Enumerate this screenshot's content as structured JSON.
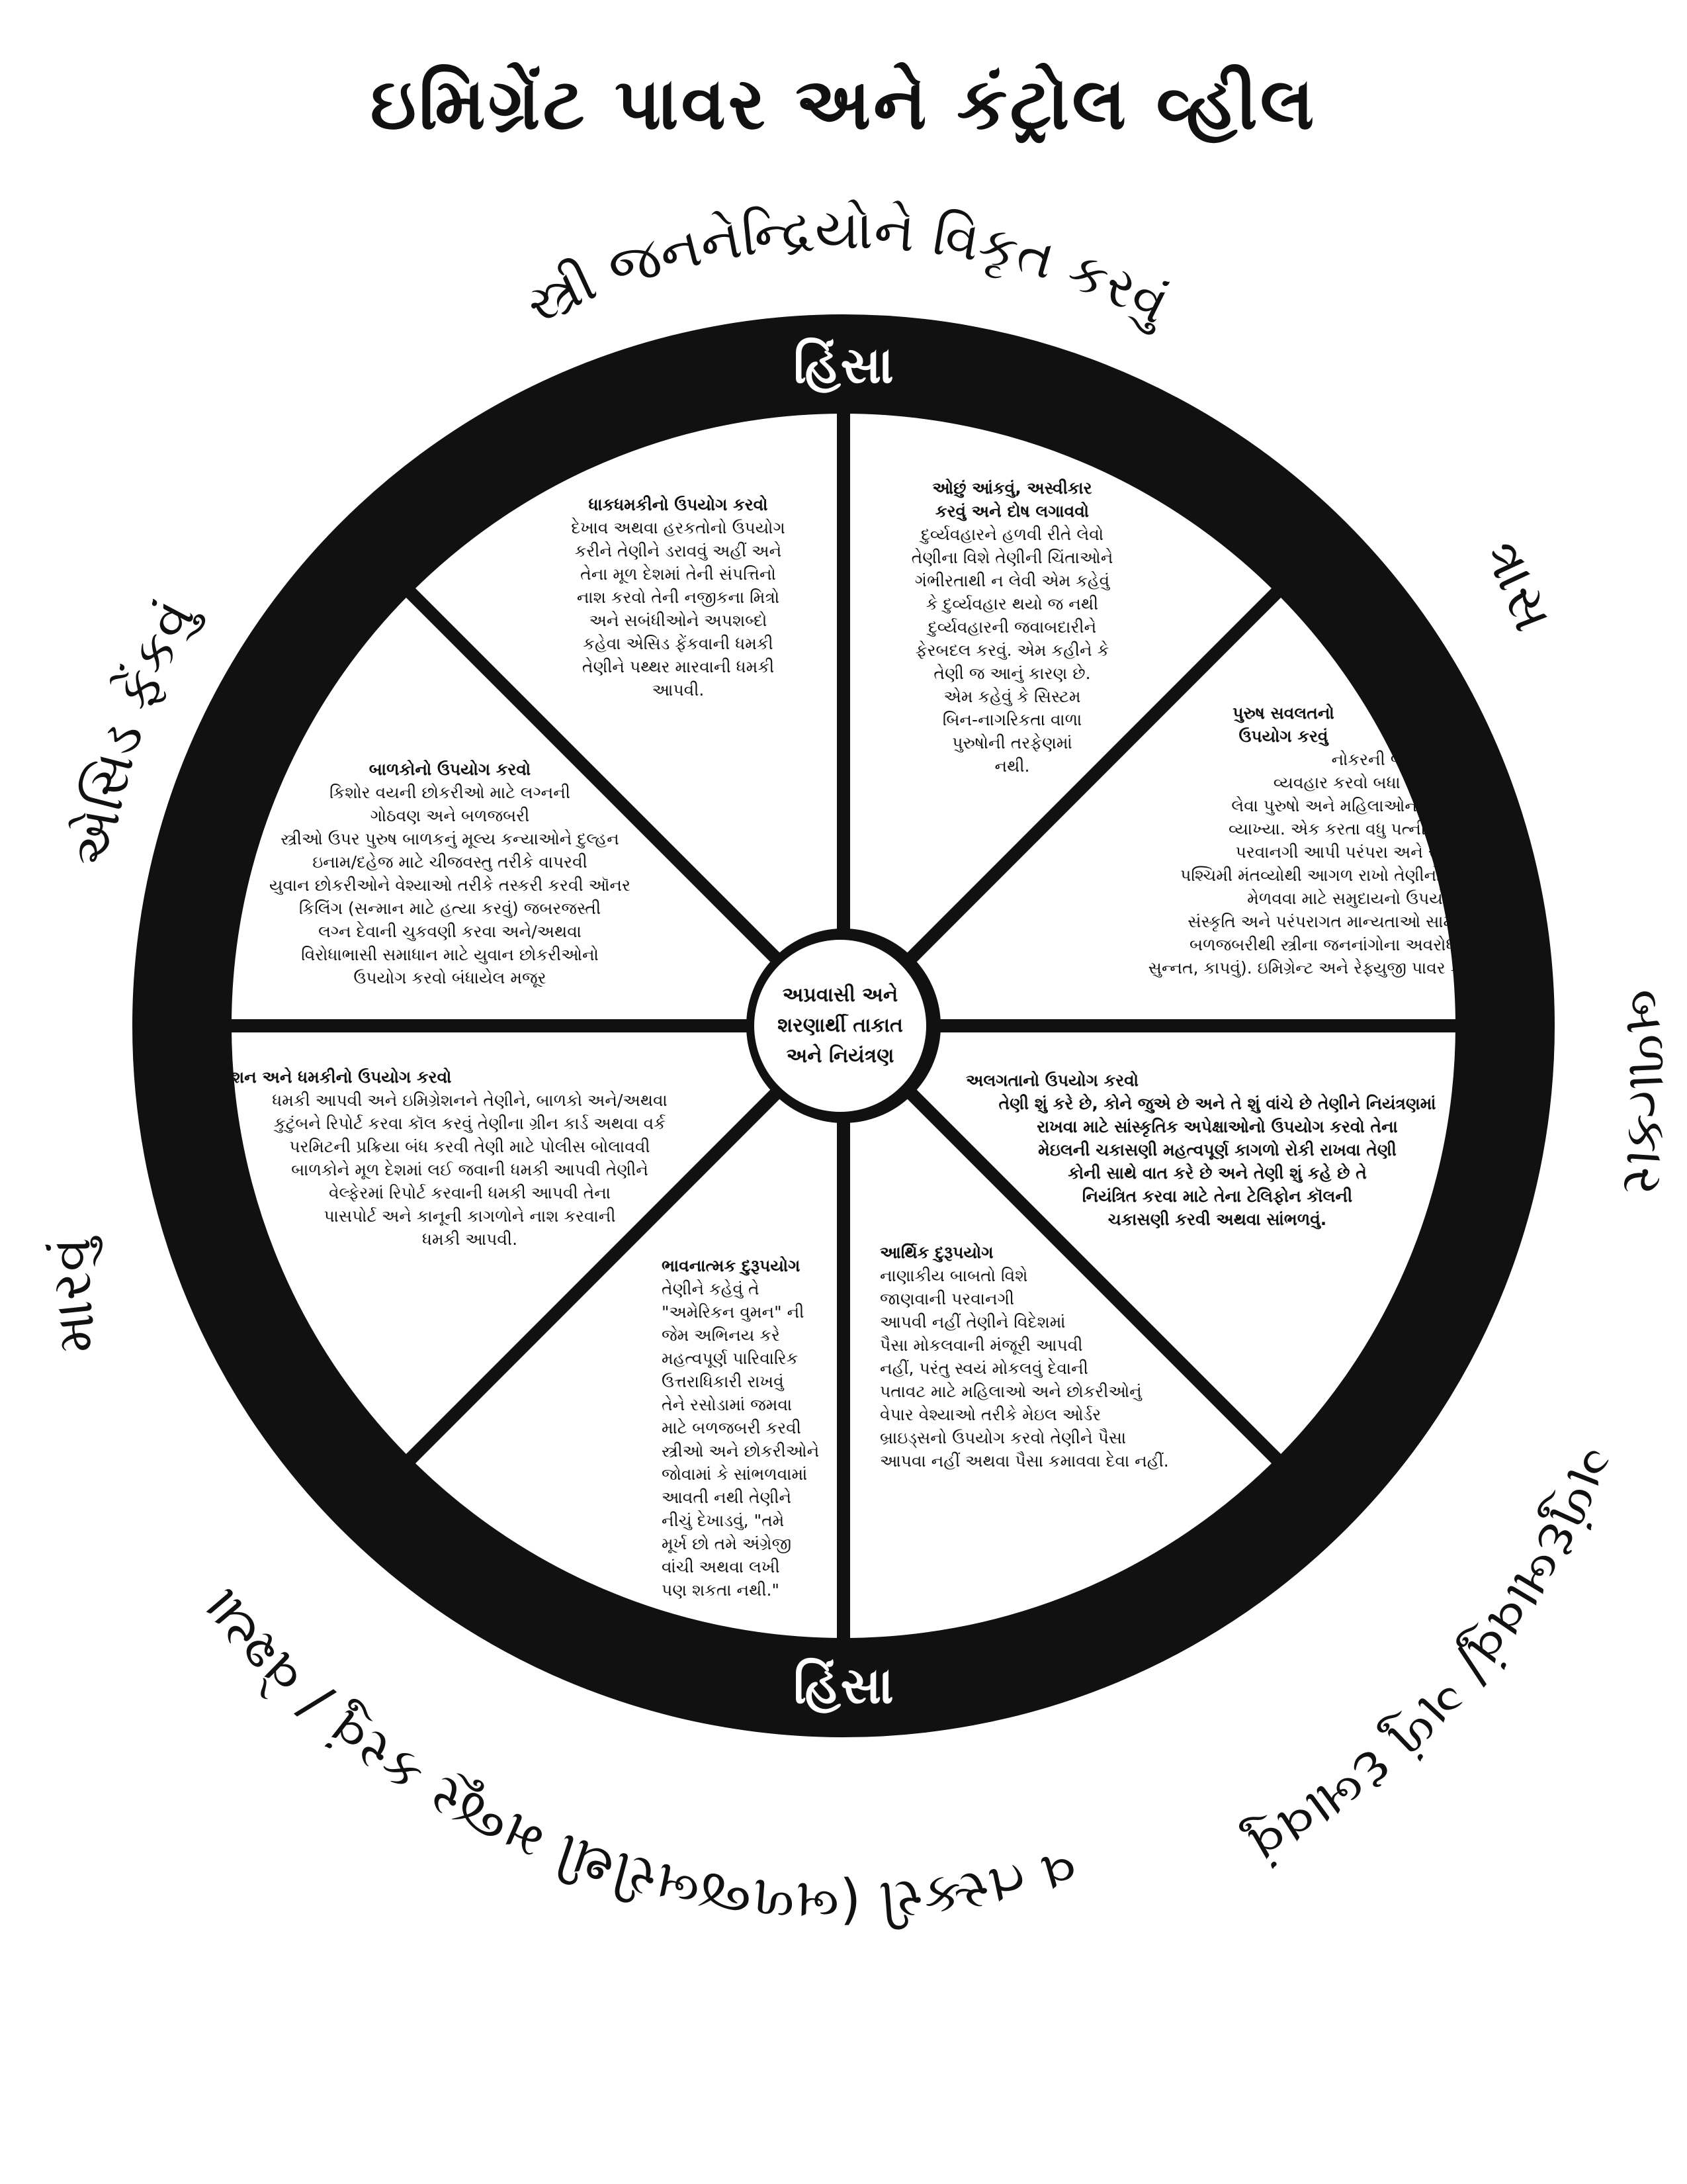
{
  "title": "ઇમિગ્રેંટ પાવર અને કંટ્રોલ વ્હીલ",
  "band_labels": {
    "top": "હિંસા",
    "bottom": "હિંસા"
  },
  "ring_labels": {
    "top": "સ્ત્રી જનનેન્દ્રિયોને વિકૃત કરવું",
    "upper_right": "ત્રાસ",
    "right": "બળાત્કાર",
    "lower_right": "ગળુંદબાવવું/ ગળું દબાવવું",
    "bottom": "માનવ તસ્કરી (બળજબરીથી મજૂર કરવું / વેશ્યાવૃત્તિ)",
    "left": "મારવું",
    "upper_left": "એસિડ ફેંકવું"
  },
  "hub": "અપ્રવાસી અને\nશરણાર્થી તાકાત\nઅને નિયંત્રણ",
  "sections": {
    "threats": {
      "heading": "ધાકધમકીનો ઉપયોગ કરવો",
      "body": "દેખાવ અથવા હરકતોનો ઉપયોગ\nકરીને તેણીને ડરાવવું અહીં અને\nતેના મૂળ દેશમાં તેની સંપત્તિનો\nનાશ કરવો તેની નજીકના મિત્રો\nઅને સબંધીઓને અપશબ્દો\nકહેવા એસિડ ફેંકવાની ધમકી\nતેણીને પથ્થર મારવાની ધમકી\nઆપવી."
    },
    "minimizing": {
      "heading": "ઓછું આંકવું, અસ્વીકાર\nકરવું અને દોષ લગાવવો",
      "body": "દુર્વ્યવહારને હળવી રીતે લેવો\nતેણીના વિશે તેણીની ચિંતાઓને\nગંભીરતાથી ન લેવી એમ કહેવું\nકે દુર્વ્યવહાર થયો જ નથી\nદુર્વ્યવહારની જવાબદારીને\nફેરબદલ કરવું. એમ કહીને કે\nતેણી જ આનું કારણ છે.\nએમ કહેવું કે સિસ્ટમ\nબિન-નાગરિકતા વાળા\nપુરુષોની તરફેણમાં\nનથી."
    },
    "male_privilege": {
      "heading": "પુરુષ સવલતનો\nઉપયોગ કરવું",
      "body": "નોકરની જેમ તેણી સાથે\nવ્યવહાર કરવો બધા મોટા નિર્ણયો\nલેવા પુરુષો અને મહિલાઓની ભૂમિકાની\nવ્યાખ્યા. એક કરતા વધુ પત્ની રાખવાની\nપરવાનગી આપી પરંપરા અને સંસ્કૃતિને\nપશ્ચિમી મંતવ્યોથી આગળ રાખો તેણીનો વળતર\nમેળવવા માટે સમુદાયનો ઉપયોગ કરો\nસંસ્કૃતિ અને પરંપરાગત માન્યતાઓ સામે વાંધો\nબળજબરીથી સ્ત્રીના જનનાંગોના અવરોધ (સ્ત્રી\nસુન્નત, કાપવું). ઇમિગ્રેન્ટ અને રેફ્યુજી પાવર કંટ્રોલ"
    },
    "isolation": {
      "heading": "અલગતાનો ઉપયોગ કરવો",
      "body": "તેણી શું કરે છે, કોને જુએ છે અને તે શું વાંચે છે તેણીને નિયંત્રણમાં\nરાખવા માટે સાંસ્કૃતિક અપેક્ષાઓનો ઉપયોગ કરવો તેના\nમેઇલની ચકાસણી મહત્વપૂર્ણ કાગળો રોકી રાખવા તેણી\nકોની સાથે વાત કરે છે અને તેણી શું કહે છે તે\nનિયંત્રિત કરવા માટે તેના ટેલિફોન કૉલની\nચકાસણી કરવી અથવા સાંભળવું."
    },
    "economic": {
      "heading": "આર્થિક દુરૂપયોગ",
      "body": "નાણાકીય બાબતો વિશે\nજાણવાની પરવાનગી\nઆપવી નહીં તેણીને વિદેશમાં\nપૈસા મોકલવાની મંજૂરી આપવી\nનહીં, પરંતુ સ્વયં મોકલવું દેવાની\nપતાવટ માટે મહિલાઓ અને છોકરીઓનું\nવેપાર વેશ્યાઓ તરીકે મેઇલ ઓર્ડર\nબ્રાઇડ્સનો ઉપયોગ કરવો તેણીને પૈસા\nઆપવા નહીં અથવા પૈસા કમાવવા દેવા નહીં."
    },
    "emotional": {
      "heading": "ભાવનાત્મક દુરૂપયોગ",
      "body": "તેણીને કહેવું તે\n\"અમેરિકન વુમન\" ની\nજેમ અભિનય કરે\nમહત્વપૂર્ણ પારિવારિક\nઉત્તરાધિકારી રાખવું\nતેને રસોડામાં જમવા\nમાટે બળજબરી કરવી\nસ્ત્રીઓ અને છોકરીઓને\nજોવામાં કે સાંભળવામાં\nઆવતી નથી તેણીને\nનીચું દેખાડવું, \"તમે\nમૂર્ખ છો તમે અંગ્રેજી\nવાંચી અથવા લખી\nપણ શકતા નથી.\""
    },
    "coercion": {
      "heading": "સર્દિશન અને ધમકીનો ઉપયોગ કરવો",
      "body": "ધમકી આપવી અને ઇમિગ્રેશનને તેણીને, બાળકો અને/અથવા\nકુટુંબને રિપોર્ટ કરવા કૉલ કરવું તેણીના ગ્રીન કાર્ડ અથવા વર્ક\nપરમિટની પ્રક્રિયા બંધ કરવી તેણી માટે પોલીસ બોલાવવી\nબાળકોને મૂળ દેશમાં લઈ જવાની ધમકી આપવી તેણીને\nવેલ્ફેરમાં રિપોર્ટ કરવાની ધમકી આપવી તેના\nપાસપોર્ટ અને કાનૂની કાગળોને નાશ કરવાની\nધમકી આપવી."
    },
    "children": {
      "heading": "બાળકોનો ઉપયોગ કરવો",
      "body": "કિશોર વયની છોકરીઓ માટે લગ્નની\nગોઠવણ અને બળજબરી\nસ્ત્રીઓ ઉપર પુરુષ બાળકનું મૂલ્ય કન્યાઓને દુલ્હન\nઇનામ/દહેજ માટે ચીજવસ્તુ તરીકે વાપરવી\nયુવાન છોકરીઓને વેશ્યાઓ તરીકે તસ્કરી કરવી ઑનર\nકિલિંગ (સન્માન માટે હત્યા કરવું) જબરજસ્તી\nલગ્ન દેવાની ચુકવણી કરવા અને/અથવા\nવિરોધાભાસી સમાધાન માટે યુવાન છોકરીઓનો\nઉપયોગ કરવો બંધાયેલ મજૂર"
    }
  }
}
